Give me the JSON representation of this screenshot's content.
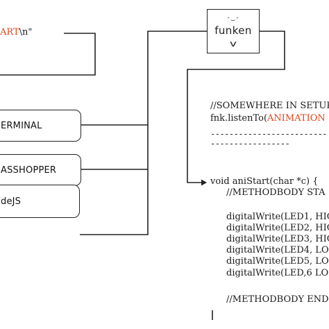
{
  "top_left_text": {
    "prefix": "",
    "red": "ART",
    "suffix": "\\n\""
  },
  "logo": {
    "eyes": "-‿-",
    "name": "funken",
    "chevron": "v"
  },
  "boxes": [
    {
      "label": "ERMINAL"
    },
    {
      "label": "ASSHOPPER"
    },
    {
      "label": "deJS"
    }
  ],
  "setup_block": {
    "comment": "//SOMEWHERE IN SETUP",
    "listen_prefix": "fnk.listenTo(",
    "listen_red": "ANIMATION",
    "divider": "------------------------------------------"
  },
  "code_block": {
    "signature": "void aniStart(char *c) {",
    "method_start": "//METHODBODY STA",
    "lines": [
      "digitalWrite(LED1, HIG",
      "digitalWrite(LED2, HIG",
      "digitalWrite(LED3, HIG",
      "digitalWrite(LED4, LO",
      "digitalWrite(LED5, LO",
      "digitalWrite(LED,6 LO"
    ],
    "method_end": "//METHODBODY END",
    "closing": "}"
  }
}
